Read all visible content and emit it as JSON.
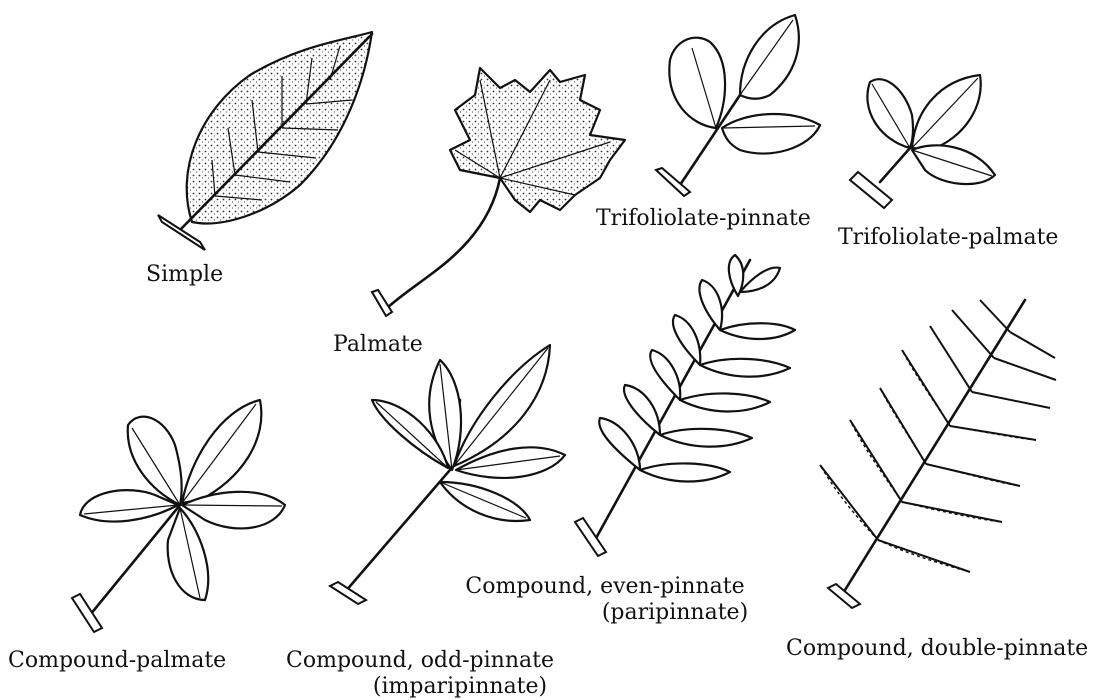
{
  "labels": {
    "simple": "Simple",
    "palmate": "Palmate",
    "trifoliolate_pinnate": "Trifoliolate-pinnate",
    "trifoliolate_palmate": "Trifoliolate-palmate",
    "compound_palmate": "Compound-palmate",
    "odd_pinnate_line1": "Compound, odd-pinnate",
    "odd_pinnate_line2": "(imparipinnate)",
    "even_pinnate_line1": "Compound, even-pinnate",
    "even_pinnate_line2": "(paripinnate)",
    "double_pinnate": "Compound, double-pinnate"
  }
}
